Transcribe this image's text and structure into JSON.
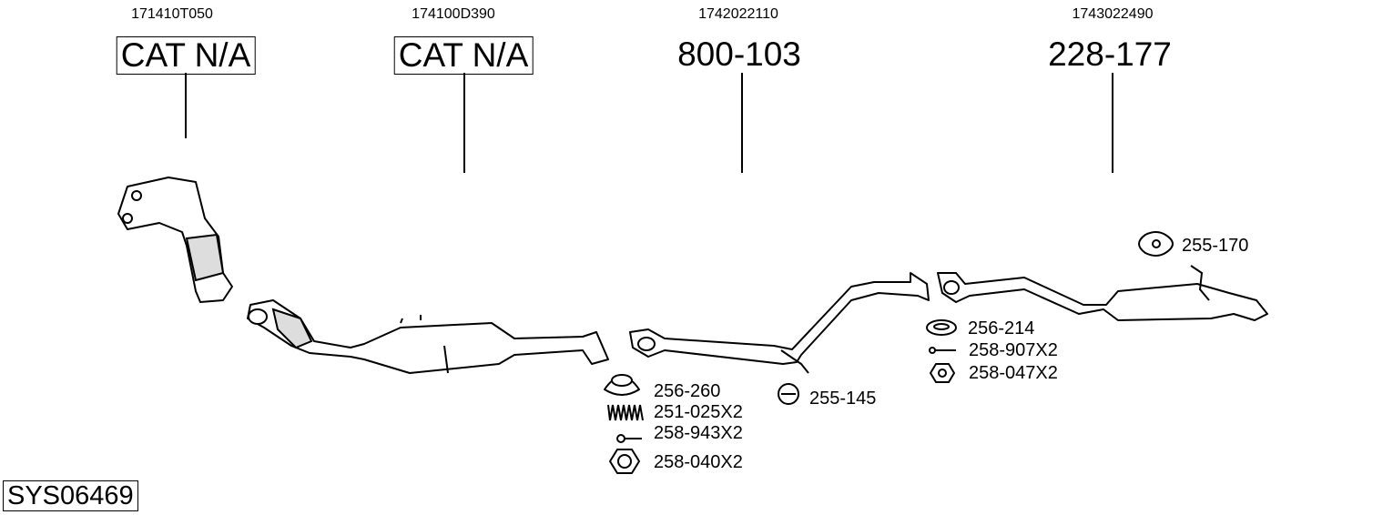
{
  "diagram_id": "SYS06469",
  "components": [
    {
      "oe_number": "171410T050",
      "part_number": "CAT N/A"
    },
    {
      "oe_number": "174100D390",
      "part_number": "CAT N/A"
    },
    {
      "oe_number": "1742022110",
      "part_number": "800-103"
    },
    {
      "oe_number": "1743022490",
      "part_number": "228-177"
    }
  ],
  "accessories": [
    "256-260",
    "251-025X2",
    "258-943X2",
    "258-040X2",
    "255-145",
    "256-214",
    "258-907X2",
    "258-047X2",
    "255-170"
  ]
}
